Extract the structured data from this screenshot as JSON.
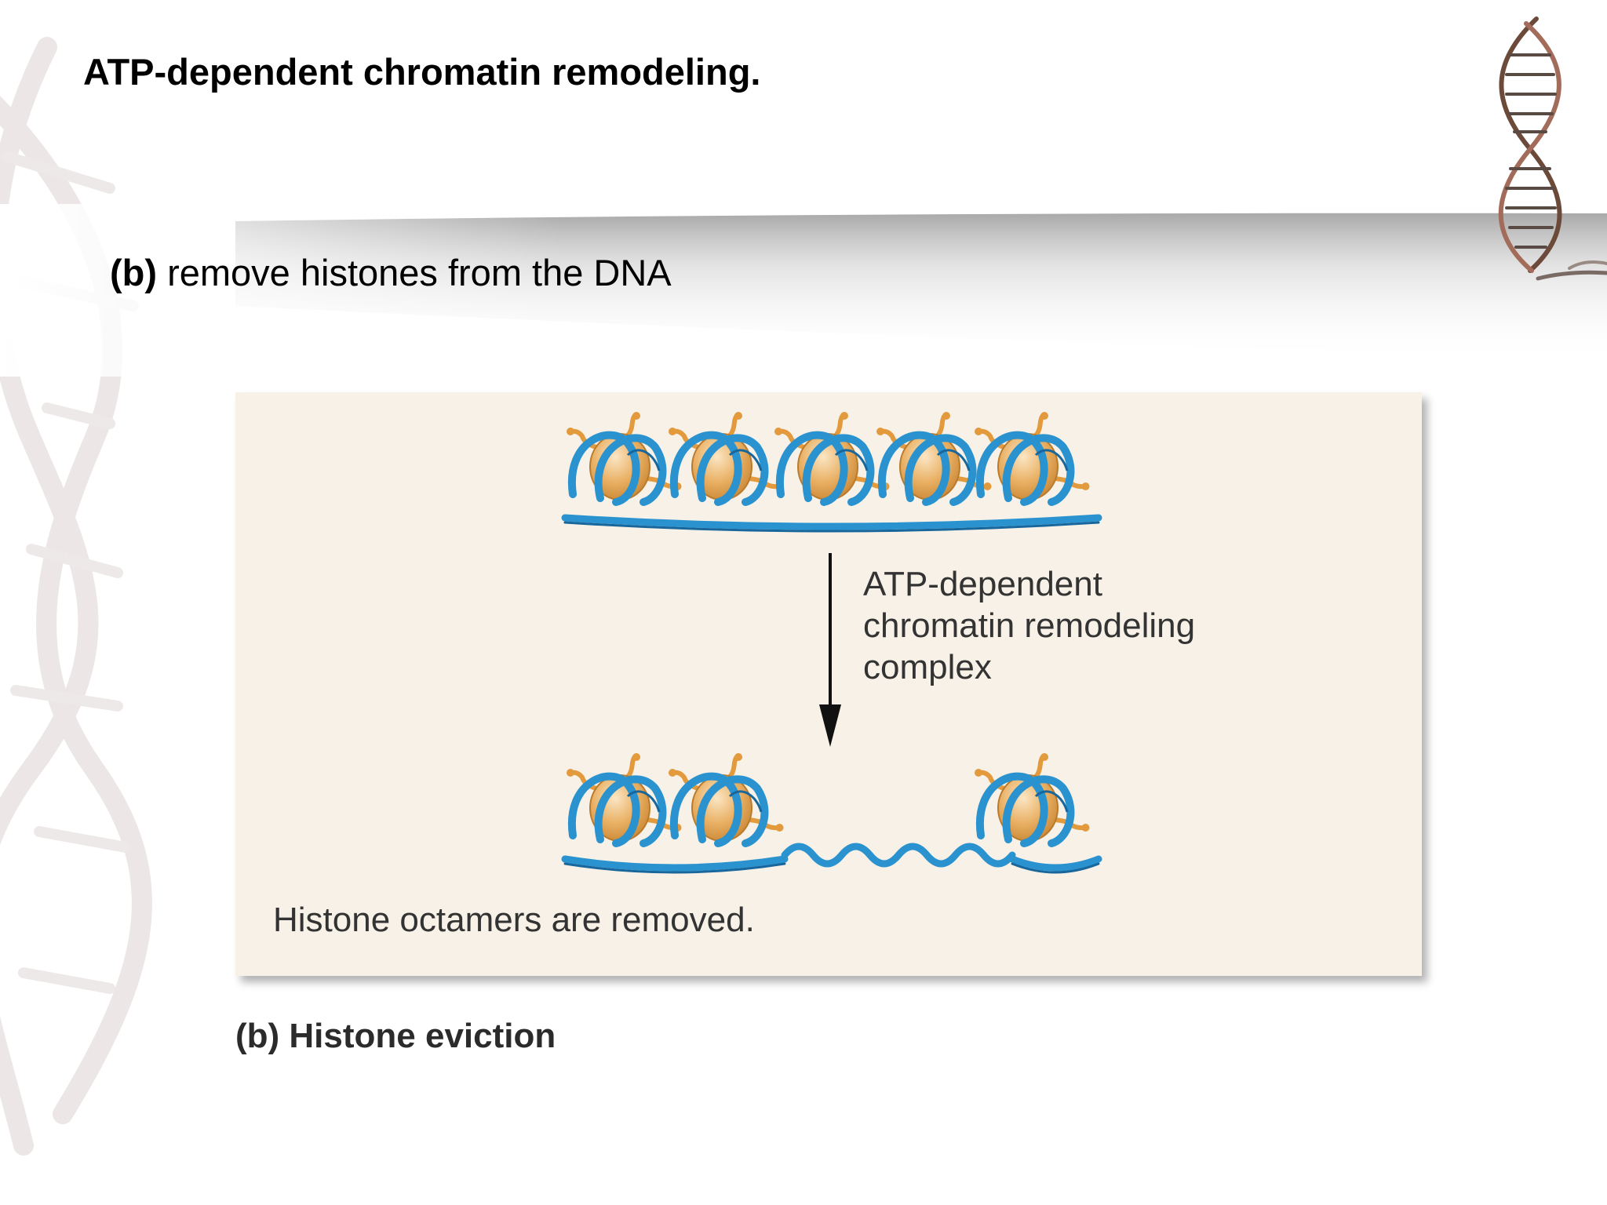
{
  "slide": {
    "title": "ATP-dependent chromatin remodeling.",
    "subtitle_prefix": "(b)",
    "subtitle_text": "remove histones from the DNA"
  },
  "figure": {
    "arrow_label_lines": [
      "ATP-dependent",
      "chromatin remodeling",
      "complex"
    ],
    "bottom_caption": "Histone octamers are removed.",
    "caption": "(b) Histone eviction"
  },
  "diagram": {
    "top_row_nucleosomes": 5,
    "bottom_row_nucleosomes": 3,
    "colors": {
      "dna": "#2a93cf",
      "dna_dark": "#17669c",
      "histone": "#e4a44a",
      "histone_light": "#f6d8a8",
      "histone_tail": "#e39a3d",
      "panel_bg": "#f7f1e7",
      "arrow": "#111111"
    }
  }
}
